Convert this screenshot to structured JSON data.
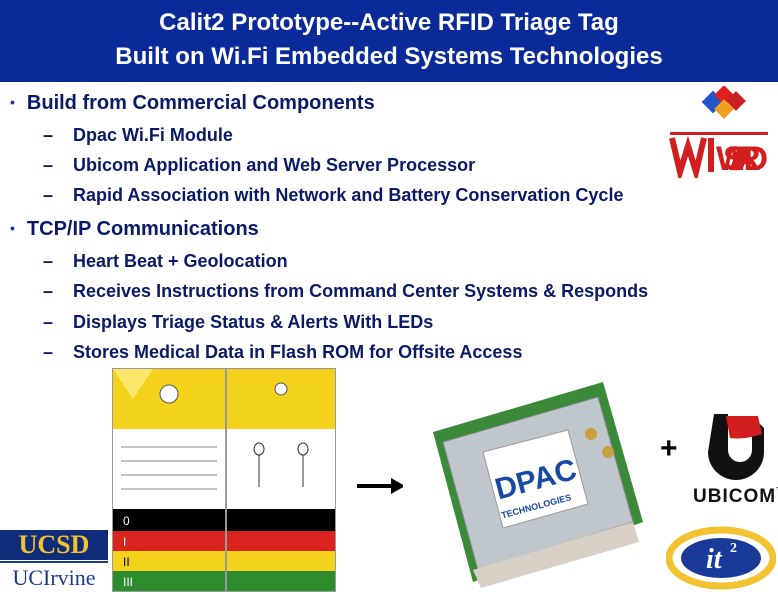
{
  "title": {
    "line1": "Calit2 Prototype--Active RFID Triage Tag",
    "line2": "Built on Wi.Fi Embedded Systems Technologies"
  },
  "bullets": [
    {
      "text": "Build from Commercial Components",
      "subs": [
        "Dpac Wi.Fi Module",
        "Ubicom Application and Web Server Processor",
        "Rapid Association with Network and Battery Conservation Cycle"
      ]
    },
    {
      "text": "TCP/IP Communications",
      "subs": [
        "Heart Beat + Geolocation",
        "Receives Instructions from Command Center Systems & Responds",
        "Displays Triage Status & Alerts With LEDs",
        "Stores Medical Data in Flash ROM for Offsite Access"
      ]
    }
  ],
  "dash": "–",
  "bullet_char": "•",
  "logos": {
    "wisard": "W SARD",
    "dpac_module_label": "DPAC",
    "dpac_sub": "TECHNOLOGIES",
    "ubicom": "UBICOM",
    "ubicom_tm": "™",
    "ucsd": "UCSD",
    "ucirvine": "UCIrvine",
    "it2": "it",
    "it2_sup": "2"
  },
  "plus_sign": "+",
  "colors": {
    "title_bg": "#0b2a9a",
    "title_text": "#ffffff",
    "body_text": "#0a1a66",
    "tag_yellow": "#f2d21a",
    "tag_red": "#d9231c",
    "tag_green": "#2e8b2e",
    "ucsd_gold": "#f2c230",
    "ucsd_navy": "#0f2c7a"
  }
}
